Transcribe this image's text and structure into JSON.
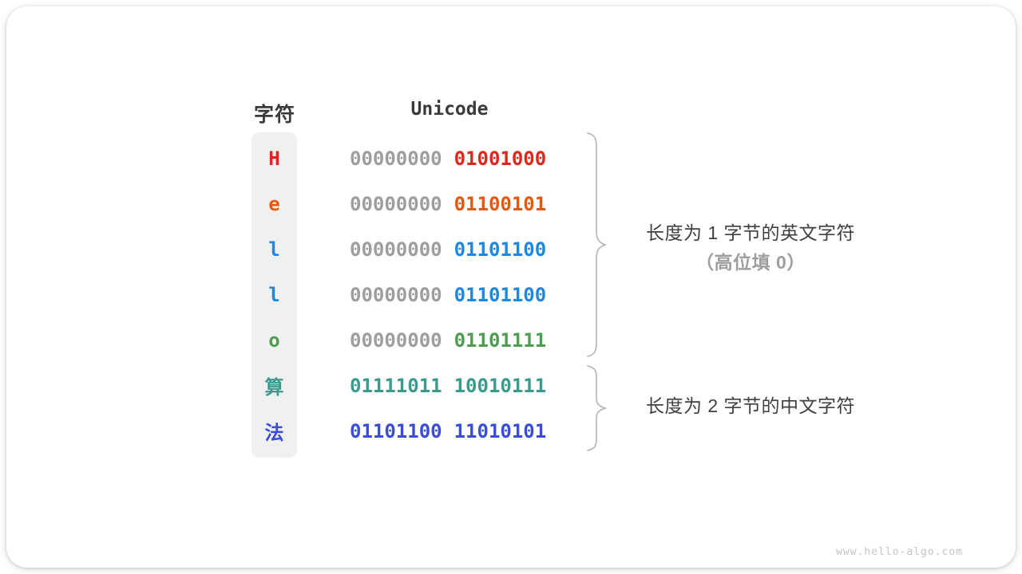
{
  "header": {
    "char_col": "字符",
    "unicode_col": "Unicode"
  },
  "table": {
    "zero_pad_color": "#9e9e9e",
    "rows": [
      {
        "char": "H",
        "color": "#e0271c",
        "bytes": [
          {
            "text": "00000000",
            "color": "#9e9e9e"
          },
          {
            "text": "01001000",
            "color": "#e0271c"
          }
        ]
      },
      {
        "char": "e",
        "color": "#e8570e",
        "bytes": [
          {
            "text": "00000000",
            "color": "#9e9e9e"
          },
          {
            "text": "01100101",
            "color": "#e8570e"
          }
        ]
      },
      {
        "char": "l",
        "color": "#1e88e0",
        "bytes": [
          {
            "text": "00000000",
            "color": "#9e9e9e"
          },
          {
            "text": "01101100",
            "color": "#1e88e0"
          }
        ]
      },
      {
        "char": "l",
        "color": "#1e88e0",
        "bytes": [
          {
            "text": "00000000",
            "color": "#9e9e9e"
          },
          {
            "text": "01101100",
            "color": "#1e88e0"
          }
        ]
      },
      {
        "char": "o",
        "color": "#4e9d52",
        "bytes": [
          {
            "text": "00000000",
            "color": "#9e9e9e"
          },
          {
            "text": "01101111",
            "color": "#4e9d52"
          }
        ]
      },
      {
        "char": "算",
        "color": "#3a9a8b",
        "bytes": [
          {
            "text": "01111011",
            "color": "#3a9a8b"
          },
          {
            "text": "10010111",
            "color": "#3a9a8b"
          }
        ]
      },
      {
        "char": "法",
        "color": "#3a4dd8",
        "bytes": [
          {
            "text": "01101100",
            "color": "#3a4dd8"
          },
          {
            "text": "11010101",
            "color": "#3a4dd8"
          }
        ]
      }
    ]
  },
  "annotations": {
    "brace_color": "#b3b3b3",
    "group1": {
      "line1": "长度为 1 字节的英文字符",
      "line2": "（高位填 0）"
    },
    "group2": {
      "line1": "长度为 2 字节的中文字符"
    }
  },
  "watermark": "www.hello-algo.com"
}
